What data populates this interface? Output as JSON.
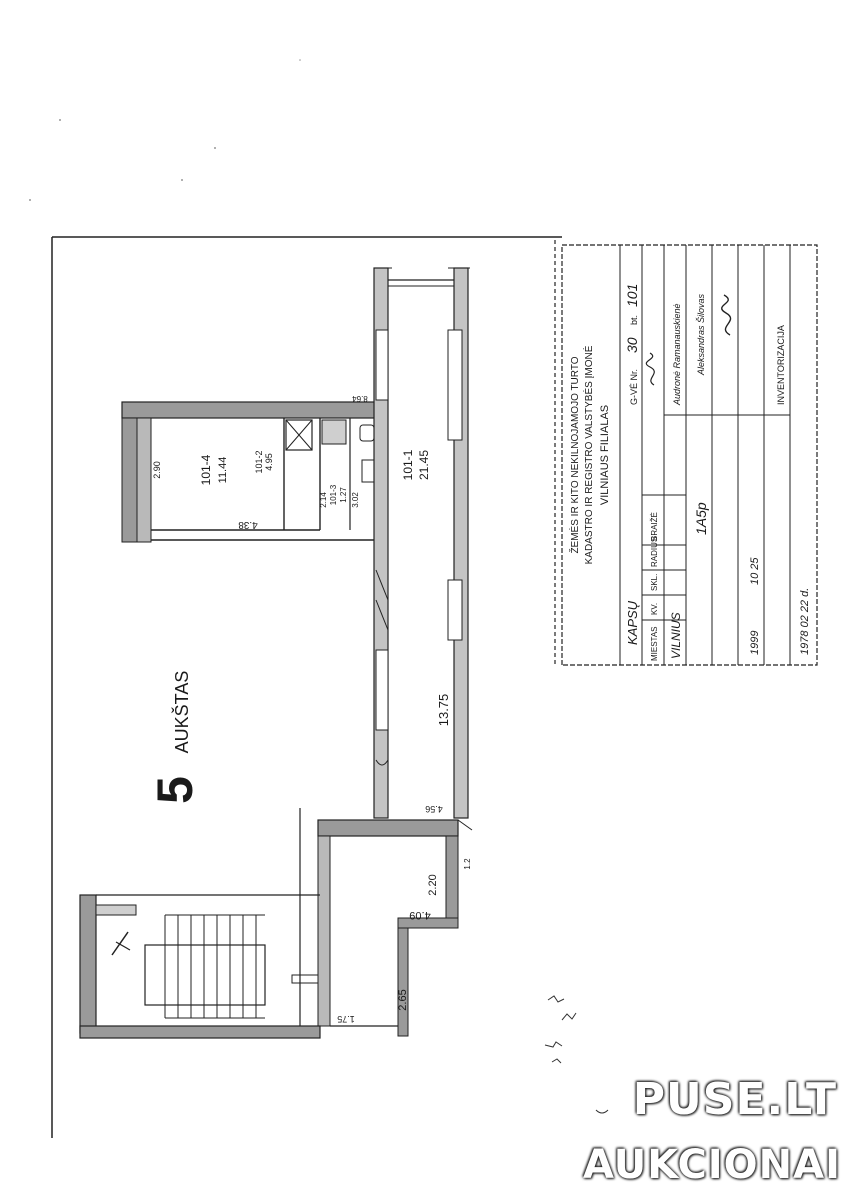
{
  "floor_plan": {
    "floor_number": "5",
    "floor_word": "AUKŠTAS",
    "rooms": [
      {
        "code": "101-4",
        "area": "11.44"
      },
      {
        "code": "101-1",
        "area": "21.45"
      },
      {
        "code": "101-2",
        "area": "4.95"
      },
      {
        "code": "101-3",
        "area": "1.27"
      }
    ],
    "dimensions": [
      "2.90",
      "4.38",
      "8.64",
      "2.14",
      "3.02",
      "13.75",
      "4.56",
      "2.20",
      "4.09",
      "2.65",
      "1.75",
      "1.2"
    ]
  },
  "stamp": {
    "header_lines": [
      "ŽEMĖS IR KITO NEKILNOJAMOJO TURTO",
      "KADASTRO IR REGISTRO VALSTYBĖS ĮMONĖ",
      "VILNIAUS FILIALAS"
    ],
    "street": "KAPSŲ",
    "gatve_label": "G-VĖ Nr.",
    "house_no": "30",
    "bt_label": "bt.",
    "apartment_no": "101",
    "columns": [
      "MIESTAS",
      "KV.",
      "SKL.",
      "RADIUS",
      "BRAIŽĖ"
    ],
    "city": "VILNIUS",
    "code": "1A5p",
    "inspector_1": "Audronė Ramanauskienė",
    "inspector_2": "Aleksandras Šilovas",
    "year": "1999",
    "inventory_label": "INVENTORIZACIJA",
    "date_1": "10 25",
    "inventory_date": "1978 02 22 d."
  },
  "watermark": {
    "line1": "PUSE.LT",
    "line2": "AUKCIONAI"
  }
}
